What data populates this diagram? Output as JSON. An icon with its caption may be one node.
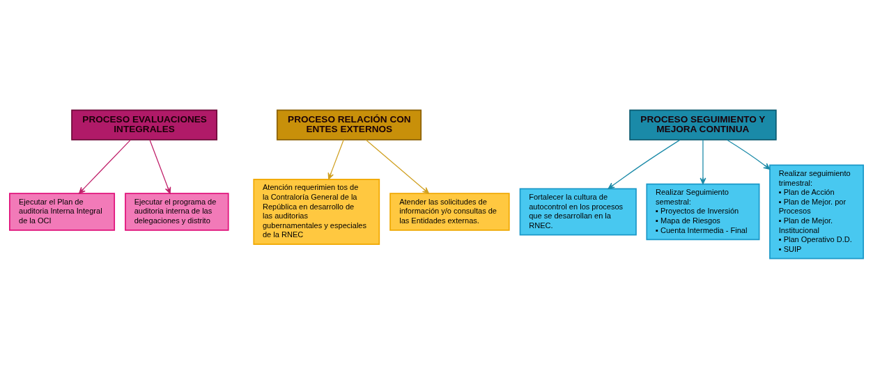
{
  "diagram": {
    "nodes": [
      {
        "text": [
          "PROCESO EVALUACIONES INTEGRALES"
        ]
      },
      {
        "text": [
          "Ejecutar el Plan de auditoria Interna Integral de la OCI"
        ]
      },
      {
        "text": [
          "Ejecutar el programa de auditoria interna de las delegaciones y distrito"
        ]
      },
      {
        "text": [
          "PROCESO RELACIÓN CON ENTES EXTERNOS"
        ]
      },
      {
        "text": [
          "Atención requerimien tos de la Contraloría General de la República en desarrollo de las auditorias gubernamentales y especiales de la RNEC"
        ]
      },
      {
        "text": [
          "Atender las solicitudes de información y/o consultas de las Entidades externas."
        ]
      },
      {
        "text": [
          "PROCESO SEGUIMIENTO Y MEJORA CONTINUA"
        ]
      },
      {
        "text": [
          "Fortalecer la cultura de autocontrol en los procesos que se desarrollan en la RNEC."
        ]
      },
      {
        "text": [
          "Realizar Seguimiento semestral:",
          "▪ Proyectos de Inversión",
          "▪ Mapa de Riesgos",
          "▪ Cuenta Intermedia - Final"
        ]
      },
      {
        "text": [
          "Realizar seguimiento trimestral:",
          "▪ Plan de Acción",
          "▪ Plan de Mejor. por Procesos",
          "▪ Plan de Mejor. Institucional",
          "▪ Plan Operativo D.D.",
          "▪ SUIP"
        ]
      }
    ],
    "edges": [
      {
        "from": 0,
        "to": 1,
        "arrow": "to",
        "color": "#c0206a"
      },
      {
        "from": 0,
        "to": 2,
        "arrow": "to",
        "color": "#c0206a"
      },
      {
        "from": 3,
        "to": 4,
        "arrow": "to",
        "color": "#d0a020"
      },
      {
        "from": 3,
        "to": 5,
        "arrow": "to",
        "color": "#d0a020"
      },
      {
        "from": 6,
        "to": 7,
        "arrow": "to",
        "color": "#1a8aa8"
      },
      {
        "from": 6,
        "to": 8,
        "arrow": "to",
        "color": "#1a8aa8"
      },
      {
        "from": 6,
        "to": 9,
        "arrow": "to",
        "color": "#1a8aa8"
      }
    ]
  }
}
